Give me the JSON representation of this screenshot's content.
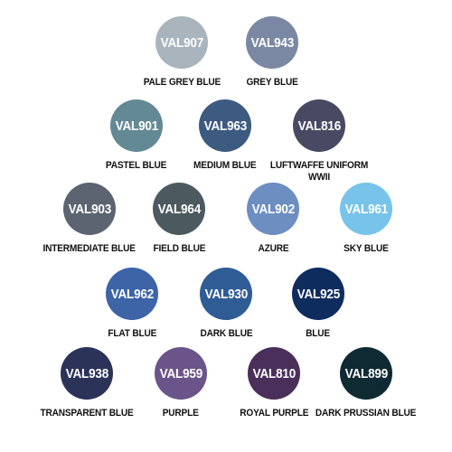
{
  "swatches": [
    {
      "code": "VAL907",
      "name": "PALE GREY BLUE",
      "color": "#a9b4bd",
      "icon": "color-swatch-icon"
    },
    {
      "code": "VAL943",
      "name": "GREY BLUE",
      "color": "#7b88a4",
      "icon": "color-swatch-icon"
    },
    {
      "code": "VAL901",
      "name": "PASTEL BLUE",
      "color": "#638995",
      "icon": "color-swatch-icon"
    },
    {
      "code": "VAL963",
      "name": "MEDIUM BLUE",
      "color": "#3d5a80",
      "icon": "color-swatch-icon"
    },
    {
      "code": "VAL816",
      "name": "LUFTWAFFE UNIFORM WWII",
      "color": "#474a62",
      "icon": "color-swatch-icon"
    },
    {
      "code": "VAL903",
      "name": "INTERMEDIATE BLUE",
      "color": "#5b6470",
      "icon": "color-swatch-icon"
    },
    {
      "code": "VAL964",
      "name": "FIELD BLUE",
      "color": "#4c5a5f",
      "icon": "color-swatch-icon"
    },
    {
      "code": "VAL902",
      "name": "AZURE",
      "color": "#6c8ec1",
      "icon": "color-swatch-icon"
    },
    {
      "code": "VAL961",
      "name": "SKY BLUE",
      "color": "#77c3ea",
      "icon": "color-swatch-icon"
    },
    {
      "code": "VAL962",
      "name": "FLAT BLUE",
      "color": "#3c64a7",
      "icon": "color-swatch-icon"
    },
    {
      "code": "VAL930",
      "name": "DARK BLUE",
      "color": "#2f5c94",
      "icon": "color-swatch-icon"
    },
    {
      "code": "VAL925",
      "name": "BLUE",
      "color": "#0f2c5e",
      "icon": "color-swatch-icon"
    },
    {
      "code": "VAL938",
      "name": "TRANSPARENT BLUE",
      "color": "#2c3358",
      "icon": "color-swatch-icon"
    },
    {
      "code": "VAL959",
      "name": "PURPLE",
      "color": "#6b5489",
      "icon": "color-swatch-icon"
    },
    {
      "code": "VAL810",
      "name": "ROYAL PURPLE",
      "color": "#4a2f5a",
      "icon": "color-swatch-icon"
    },
    {
      "code": "VAL899",
      "name": "DARK PRUSSIAN BLUE",
      "color": "#0f2a33",
      "icon": "color-swatch-icon"
    }
  ]
}
